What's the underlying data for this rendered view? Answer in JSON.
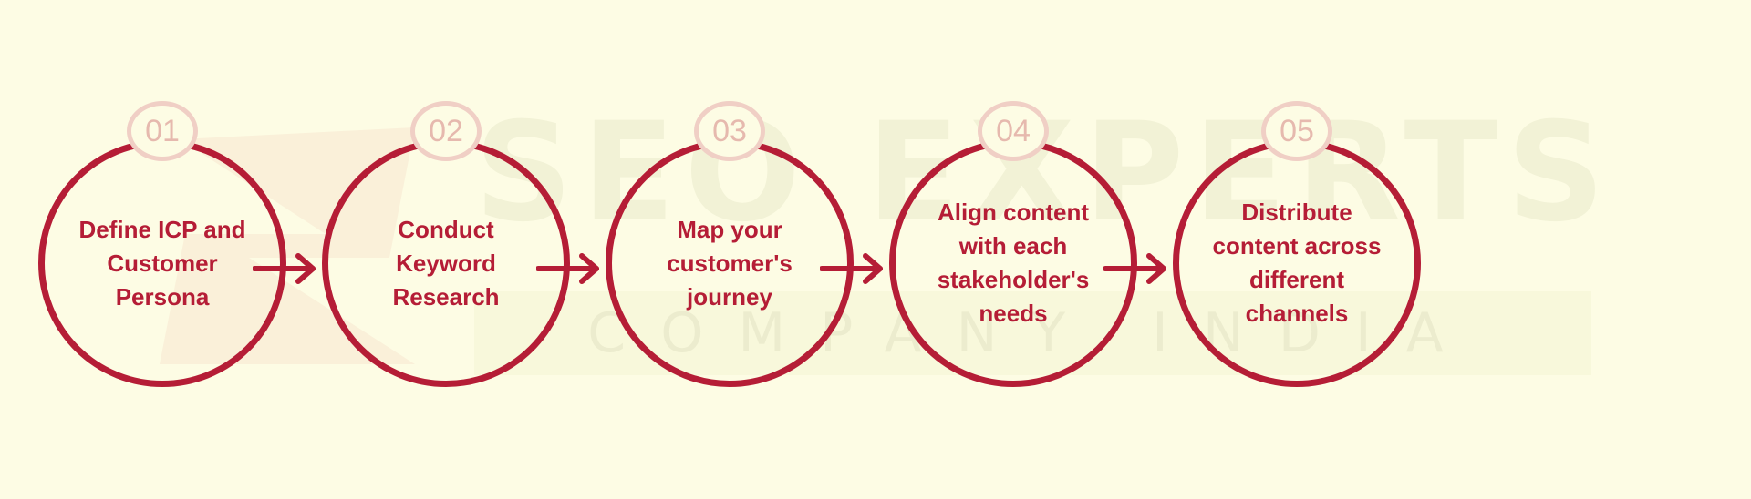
{
  "colors": {
    "background": "#FDFCE4",
    "primary": "#B51D36",
    "badge_ring": "#F0CFC5",
    "badge_text": "#E6B9AE"
  },
  "watermark": {
    "line1": "SEO EXPERTS",
    "line2": "COMPANY INDIA"
  },
  "steps": [
    {
      "number": "01",
      "label": "Define ICP and Customer Persona"
    },
    {
      "number": "02",
      "label": "Conduct Keyword Research"
    },
    {
      "number": "03",
      "label": "Map your customer's journey"
    },
    {
      "number": "04",
      "label": "Align content with each stakeholder's needs"
    },
    {
      "number": "05",
      "label": "Distribute content across different channels"
    }
  ]
}
